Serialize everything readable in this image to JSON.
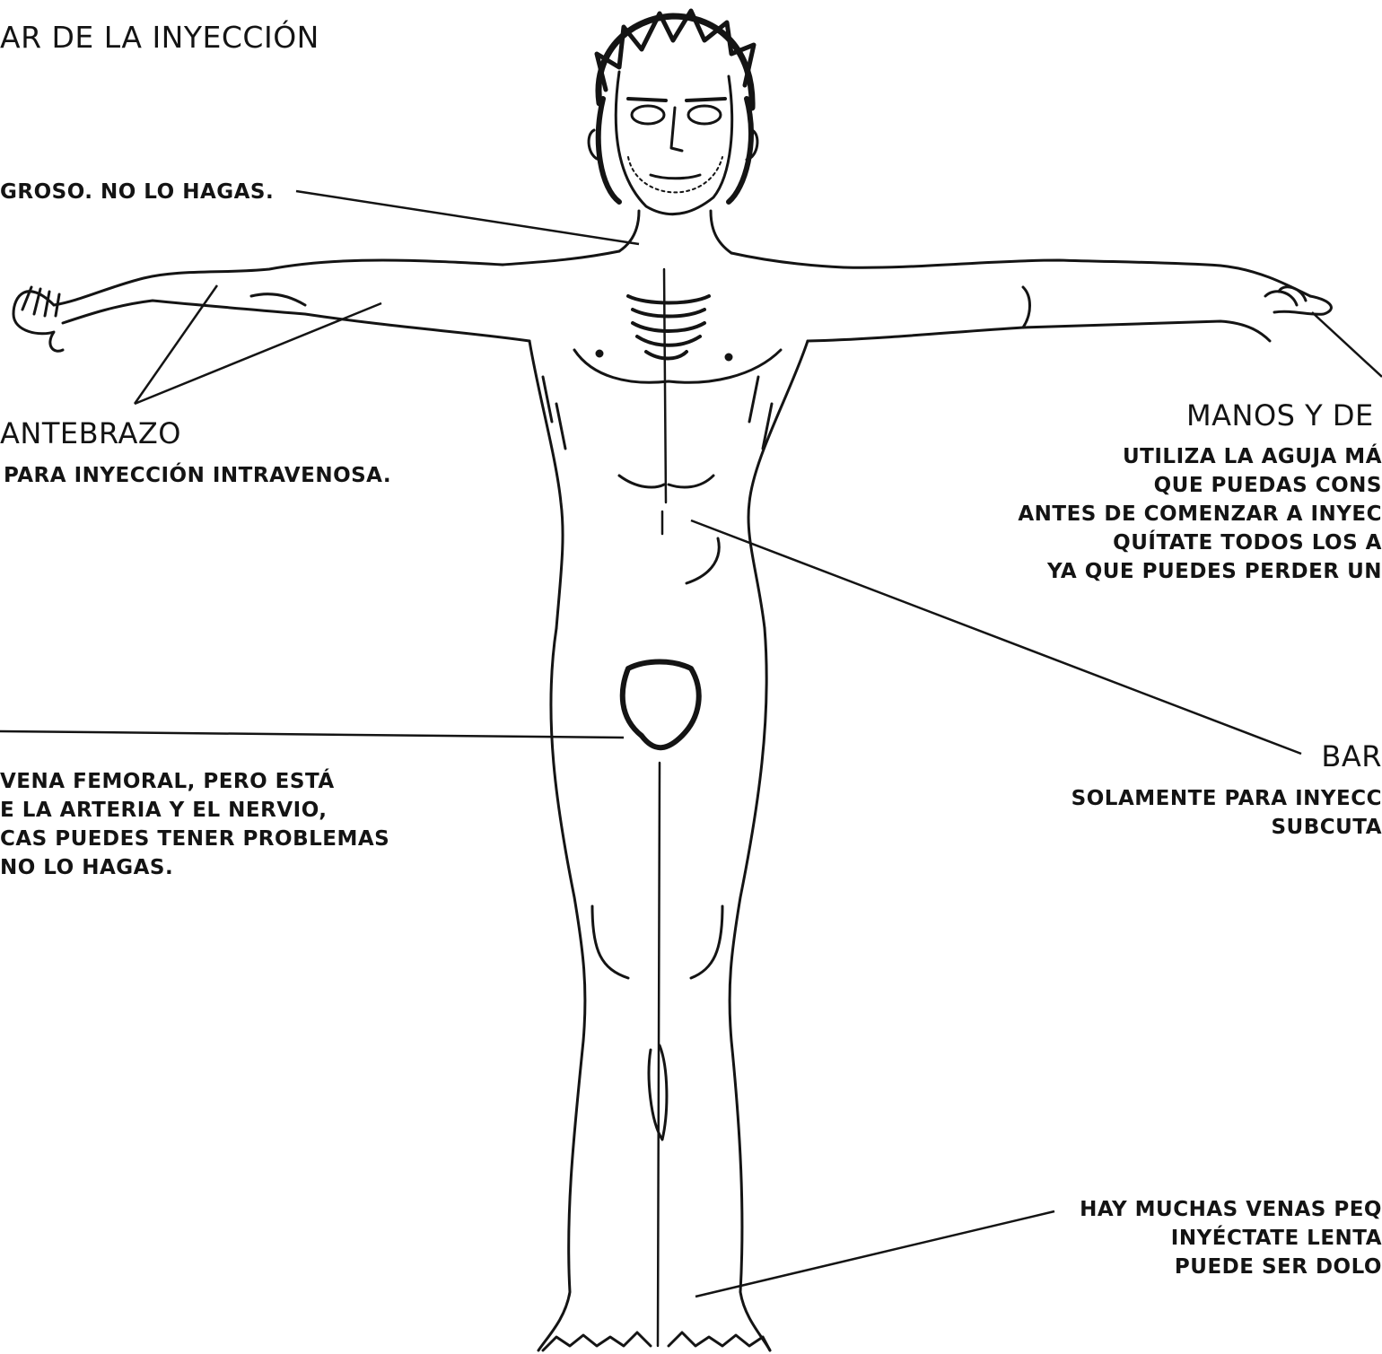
{
  "title": "AR DE LA INYECCIÓN",
  "labels": {
    "neck_text": "GROSO. NO LO HAGAS.",
    "forearm": {
      "heading": "ANTEBRAZO",
      "text": "PARA INYECCIÓN INTRAVENOSA."
    },
    "groin": {
      "lines": [
        "VENA FEMORAL, PERO ESTÁ",
        "E LA ARTERIA Y EL NERVIO,",
        "CAS PUEDES TENER PROBLEMAS",
        "NO LO HAGAS."
      ]
    },
    "hands": {
      "heading": "MANOS Y DE",
      "lines": [
        "UTILIZA LA AGUJA MÁ",
        "QUE PUEDAS CONS",
        "ANTES DE COMENZAR A INYEC",
        "QUÍTATE TODOS LOS A",
        "YA QUE PUEDES PERDER UN"
      ]
    },
    "belly": {
      "heading": "BAR",
      "lines": [
        "SOLAMENTE PARA INYECC",
        "SUBCUTA"
      ]
    },
    "feet": {
      "lines": [
        "HAY MUCHAS VENAS PEQ",
        "INYÉCTATE LENTA",
        "PUEDE SER DOLO"
      ]
    }
  },
  "colors": {
    "ink": "#141414",
    "paper": "#ffffff"
  }
}
